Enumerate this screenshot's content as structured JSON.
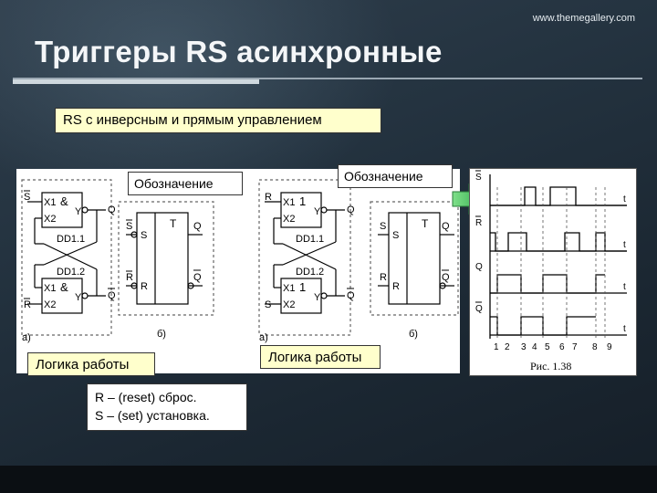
{
  "header": {
    "website": "www.themegallery.com",
    "title": "Триггеры RS асинхронные"
  },
  "subtitle": "RS  с инверсным и прямым управлением",
  "labels": {
    "designation_left": "Обозначение",
    "designation_right": "Обозначение",
    "logic_left": "Логика работы",
    "logic_right": "Логика работы"
  },
  "legend": {
    "line1": "R – (reset) сброс.",
    "line2": "S – (set) установка."
  },
  "circuit_left": {
    "in_s": "S",
    "in_r": "R",
    "x1": "X1",
    "x2": "X2",
    "gate": "&",
    "y": "Y",
    "q": "Q",
    "q_bar": "Q",
    "dd1": "DD1.1",
    "dd2": "DD1.2",
    "tag_a": "a)",
    "tag_b": "б)",
    "sym_s": "S",
    "sym_r": "R",
    "sym_t": "T",
    "sym_q": "Q",
    "sym_qbar": "Q"
  },
  "circuit_right": {
    "in_r": "R",
    "in_s": "S",
    "x1": "X1",
    "x2": "X2",
    "gate": "1",
    "y": "Y",
    "q": "Q",
    "q_bar": "Q",
    "dd1": "DD1.1",
    "dd2": "DD1.2",
    "tag_a": "a)",
    "tag_b": "б)",
    "sym_s": "S",
    "sym_r": "R",
    "sym_t": "T",
    "sym_q": "Q",
    "sym_qbar": "Q"
  },
  "timing": {
    "caption": "Рис. 1.38",
    "signals": [
      "S",
      "R",
      "Q",
      "Q"
    ],
    "time_label": "t",
    "ticks": [
      "1",
      "2",
      "3",
      "4",
      "5",
      "6",
      "7",
      "8",
      "9"
    ]
  }
}
